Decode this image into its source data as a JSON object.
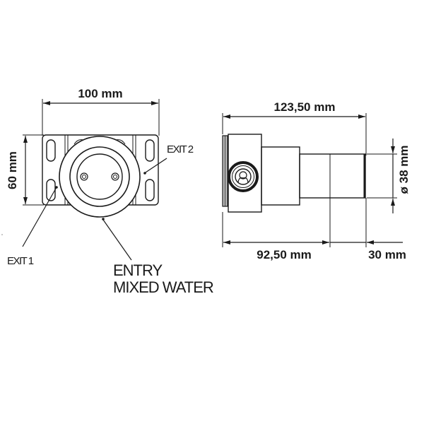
{
  "drawing": {
    "front_view": {
      "width_dimension": "100 mm",
      "height_dimension": "60 mm",
      "labels": {
        "exit_1": "EXIT 1",
        "exit_2": "EXIT 2",
        "entry_line_1": "ENTRY",
        "entry_line_2": "MIXED WATER"
      }
    },
    "side_view": {
      "total_length_dimension": "123,50 mm",
      "body_length_dimension": "92,50 mm",
      "tail_length_dimension": "30 mm",
      "diameter_dimension": "ø 38 mm"
    }
  },
  "colors": {
    "line": "#1a1a1a",
    "background": "#ffffff"
  }
}
